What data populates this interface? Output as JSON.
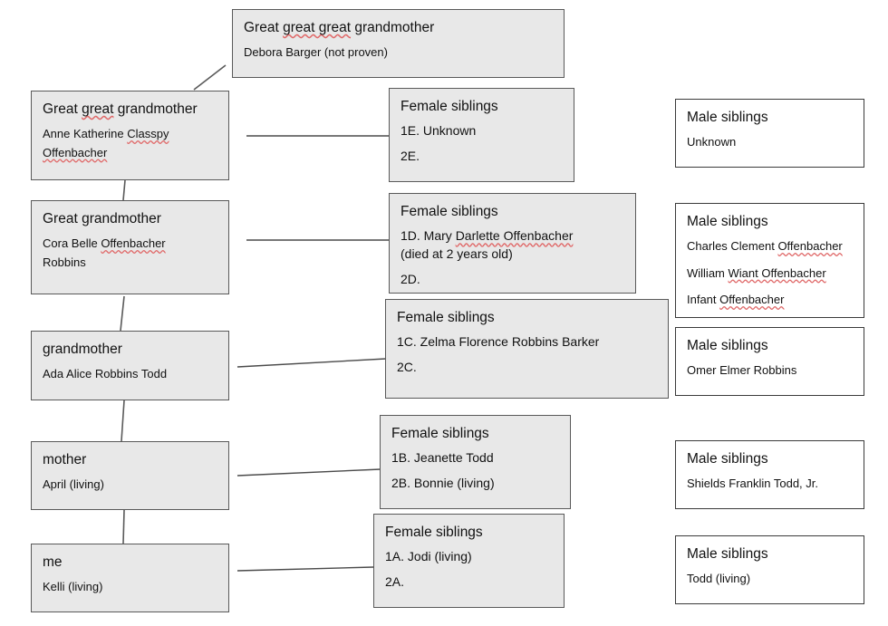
{
  "diagram": {
    "title": "Maternal ancestry chart",
    "colors": {
      "ancestor_box_fill": "#e8e8e8",
      "ancestor_box_border": "#595959",
      "sibling_female_fill": "#e8e8e8",
      "sibling_male_fill": "#ffffff",
      "sibling_male_border": "#3a3a3a",
      "connector_line": "#4a4a4a",
      "spellcheck_underline": "#e06a6a",
      "text": "#111111"
    },
    "ancestors": [
      {
        "id": "ggg-grandmother",
        "title": "Great great great grandmother",
        "title_parts": [
          {
            "text": "Great ",
            "squiggle": false
          },
          {
            "text": "great great",
            "squiggle": true
          },
          {
            "text": " grandmother",
            "squiggle": false
          }
        ],
        "lines": [
          "Debora Barger (not proven)"
        ]
      },
      {
        "id": "gg-grandmother",
        "title": "Great great grandmother",
        "title_parts": [
          {
            "text": "Great ",
            "squiggle": false
          },
          {
            "text": "great",
            "squiggle": true
          },
          {
            "text": " grandmother",
            "squiggle": false
          }
        ],
        "lines": [
          "Anne Katherine Classpy",
          "Offenbacher"
        ],
        "line_parts": [
          [
            {
              "text": "Anne Katherine ",
              "squiggle": false
            },
            {
              "text": "Classpy",
              "squiggle": true
            }
          ],
          [
            {
              "text": "Offenbacher",
              "squiggle": true
            }
          ]
        ]
      },
      {
        "id": "g-grandmother",
        "title": "Great grandmother",
        "title_parts": [
          {
            "text": "Great grandmother",
            "squiggle": false
          }
        ],
        "lines": [
          "Cora Belle Offenbacher",
          "Robbins"
        ],
        "line_parts": [
          [
            {
              "text": "Cora Belle ",
              "squiggle": false
            },
            {
              "text": "Offenbacher",
              "squiggle": true
            }
          ],
          [
            {
              "text": "Robbins",
              "squiggle": false
            }
          ]
        ]
      },
      {
        "id": "grandmother",
        "title": "grandmother",
        "title_parts": [
          {
            "text": "grandmother",
            "squiggle": false
          }
        ],
        "lines": [
          "Ada Alice Robbins Todd"
        ],
        "line_parts": [
          [
            {
              "text": "Ada Alice Robbins Todd",
              "squiggle": false
            }
          ]
        ]
      },
      {
        "id": "mother",
        "title": "mother",
        "title_parts": [
          {
            "text": "mother",
            "squiggle": false
          }
        ],
        "lines": [
          "April (living)"
        ],
        "line_parts": [
          [
            {
              "text": "April (living)",
              "squiggle": false
            }
          ]
        ]
      },
      {
        "id": "me",
        "title": "me",
        "title_parts": [
          {
            "text": "me",
            "squiggle": false
          }
        ],
        "lines": [
          "Kelli (living)"
        ],
        "line_parts": [
          [
            {
              "text": "Kelli (living)",
              "squiggle": false
            }
          ]
        ]
      }
    ],
    "female_siblings": [
      {
        "id": "female-e",
        "title": "Female siblings",
        "entries": [
          "1E. Unknown",
          "2E."
        ],
        "entry_parts": [
          [
            {
              "text": "1E. Unknown",
              "squiggle": false
            }
          ],
          [
            {
              "text": "2E.",
              "squiggle": false
            }
          ]
        ]
      },
      {
        "id": "female-d",
        "title": "Female siblings",
        "entries": [
          "1D. Mary Darlette Offenbacher\n(died at 2 years old)",
          "2D."
        ],
        "entry_parts": [
          [
            {
              "text": "1D. Mary ",
              "squiggle": false
            },
            {
              "text": "Darlette Offenbacher",
              "squiggle": true
            },
            {
              "text": "\n(died at 2 years old)",
              "squiggle": false
            }
          ],
          [
            {
              "text": "2D.",
              "squiggle": false
            }
          ]
        ]
      },
      {
        "id": "female-c",
        "title": "Female siblings",
        "entries": [
          "1C. Zelma Florence Robbins Barker",
          "2C."
        ],
        "entry_parts": [
          [
            {
              "text": "1C. Zelma Florence Robbins Barker",
              "squiggle": false
            }
          ],
          [
            {
              "text": "2C.",
              "squiggle": false
            }
          ]
        ]
      },
      {
        "id": "female-b",
        "title": "Female siblings",
        "entries": [
          "1B. Jeanette Todd",
          "2B. Bonnie (living)"
        ],
        "entry_parts": [
          [
            {
              "text": "1B. Jeanette Todd",
              "squiggle": false
            }
          ],
          [
            {
              "text": "2B. Bonnie (living)",
              "squiggle": false
            }
          ]
        ]
      },
      {
        "id": "female-a",
        "title": "Female siblings",
        "entries": [
          "1A. Jodi (living)",
          "2A."
        ],
        "entry_parts": [
          [
            {
              "text": "1A. Jodi (living)",
              "squiggle": false
            }
          ],
          [
            {
              "text": "2A.",
              "squiggle": false
            }
          ]
        ]
      }
    ],
    "male_siblings": [
      {
        "id": "male-e",
        "title": "Male siblings",
        "entries": [
          "Unknown"
        ],
        "entry_parts": [
          [
            {
              "text": "Unknown",
              "squiggle": false
            }
          ]
        ]
      },
      {
        "id": "male-d",
        "title": "Male siblings",
        "entries": [
          "Charles Clement Offenbacher",
          "William Wiant Offenbacher",
          "Infant Offenbacher"
        ],
        "entry_parts": [
          [
            {
              "text": "Charles Clement ",
              "squiggle": false
            },
            {
              "text": "Offenbacher",
              "squiggle": true
            }
          ],
          [
            {
              "text": "William ",
              "squiggle": false
            },
            {
              "text": "Wiant Offenbacher",
              "squiggle": true
            }
          ],
          [
            {
              "text": "Infant ",
              "squiggle": false
            },
            {
              "text": "Offenbacher",
              "squiggle": true
            }
          ]
        ]
      },
      {
        "id": "male-c",
        "title": "Male siblings",
        "entries": [
          "Omer Elmer Robbins"
        ],
        "entry_parts": [
          [
            {
              "text": "Omer Elmer Robbins",
              "squiggle": false
            }
          ]
        ]
      },
      {
        "id": "male-b",
        "title": "Male siblings",
        "entries": [
          "Shields Franklin Todd, Jr."
        ],
        "entry_parts": [
          [
            {
              "text": "Shields Franklin Todd, Jr.",
              "squiggle": false
            }
          ]
        ]
      },
      {
        "id": "male-a",
        "title": "Male siblings",
        "entries": [
          "Todd (living)"
        ],
        "entry_parts": [
          [
            {
              "text": "Todd (living)",
              "squiggle": false
            }
          ]
        ]
      }
    ]
  }
}
